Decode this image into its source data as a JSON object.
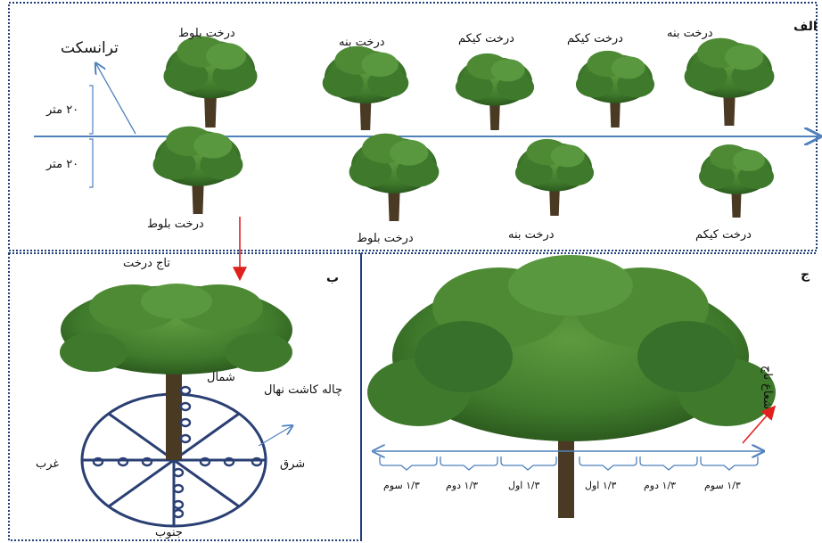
{
  "panels": {
    "a": {
      "letter": "الف",
      "transect_label": "ترانسکت",
      "distance_top": "۲۰ متر",
      "distance_bottom": "۲۰ متر",
      "top_trees": [
        "درخت بلوط",
        "درخت بنه",
        "درخت کیکم",
        "درخت کیکم",
        "درخت بنه"
      ],
      "bottom_trees": [
        "درخت بلوط",
        "درخت بلوط",
        "درخت بنه",
        "درخت کیکم"
      ]
    },
    "b": {
      "letter": "ب",
      "crown_label": "تاج درخت",
      "pit_label": "چاله کاشت نهال",
      "north": "شمال",
      "south": "جنوب",
      "east": "شرق",
      "west": "غرب"
    },
    "c": {
      "letter": "ج",
      "radius_label": "شعاع تاج",
      "segments_left": [
        "۱/۳ سوم",
        "۱/۳ دوم",
        "۱/۳ اول"
      ],
      "segments_right": [
        "۱/۳ اول",
        "۱/۳ دوم",
        "۱/۳ سوم"
      ]
    }
  },
  "colors": {
    "frame": "#1f3f7a",
    "axis": "#4f81bd",
    "arrow_red": "#e0201c",
    "foliage": "#3f7a2c",
    "foliage_dark": "#2c5a1e",
    "trunk": "#4a3a24"
  }
}
